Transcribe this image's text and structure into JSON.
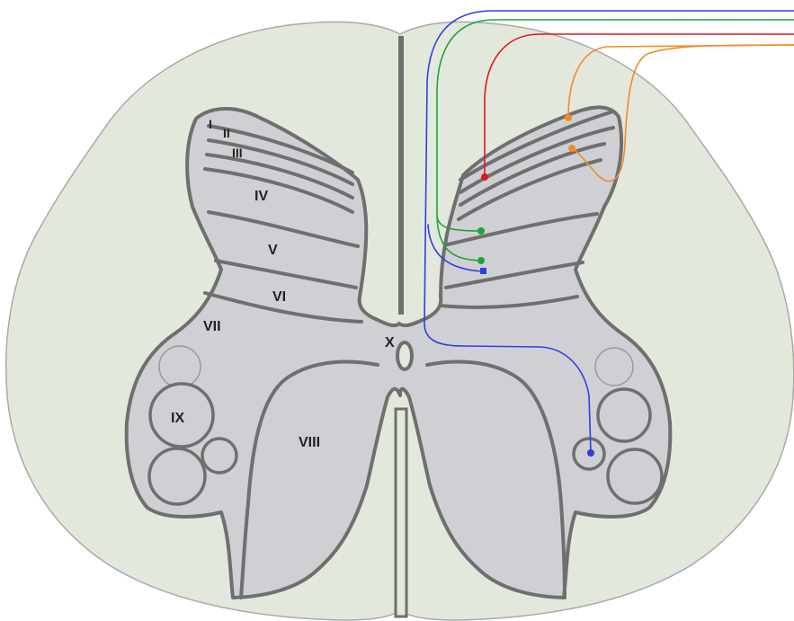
{
  "diagram": {
    "laminae": [
      "I",
      "II",
      "III",
      "IV",
      "V",
      "VI",
      "VII",
      "VIII",
      "IX",
      "X"
    ]
  },
  "colors": {
    "white_matter": "#e3e8dc",
    "gray_matter": "#cfd0d3",
    "outline": "#6f6f6f",
    "fiber_blue": "#2d3fe0",
    "fiber_green": "#21a33a",
    "fiber_red": "#e0191b",
    "fiber_orange": "#f28a2a"
  }
}
